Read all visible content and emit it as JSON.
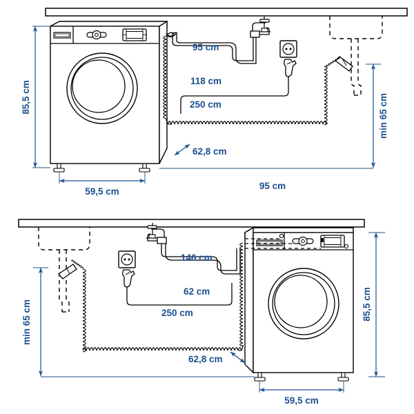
{
  "document": {
    "title": "Washing machine installation dimensions diagram",
    "type": "technical-installation-drawing",
    "units": "cm",
    "line_color": "#000000",
    "dimension_color": "#1b4f8f",
    "background_color": "#ffffff"
  },
  "diagrams": [
    {
      "id": "top",
      "name": "left-hand-installation",
      "description": "Washing machine placed at left, water tap and socket at right, sink drain at far right",
      "appliance": {
        "name": "washing-machine",
        "orientation": "door-facing-left-front",
        "height_label": "85,5 cm",
        "width_label": "59,5 cm",
        "depth_label": "62,8 cm"
      },
      "labels": {
        "height": "85,5 cm",
        "width": "59,5 cm",
        "depth": "62,8 cm",
        "inlet_hose": "95 cm",
        "power_cord": "118 cm",
        "drain_hose": "250 cm",
        "run_length": "95 cm",
        "drain_height": "min 65 cm"
      }
    },
    {
      "id": "bottom",
      "name": "right-hand-installation",
      "description": "Sink drain at far left, socket and water tap in middle, washing machine placed at right",
      "appliance": {
        "name": "washing-machine",
        "orientation": "door-facing-right-front",
        "height_label": "85,5 cm",
        "width_label": "59,5 cm",
        "depth_label": "62,8 cm"
      },
      "labels": {
        "height": "85,5 cm",
        "width": "59,5 cm",
        "depth": "62,8 cm",
        "inlet_hose": "146 cm",
        "power_cord": "62 cm",
        "drain_hose": "250 cm",
        "drain_height": "min 65 cm"
      }
    }
  ],
  "components": {
    "countertop": "worktop",
    "tap": "water-tap-icon",
    "socket": "power-socket-icon",
    "plug": "power-plug-icon",
    "sink": "sink-outline-dashed",
    "drain_pipe": "drain-pipe-dashed",
    "coiled_hose": "corrugated-drain-hose",
    "foot": "adjustable-foot",
    "door": "appliance-door",
    "control_panel": "control-panel",
    "detergent_drawer": "detergent-drawer",
    "program_dial": "program-selector-dial",
    "display": "display-panel"
  }
}
